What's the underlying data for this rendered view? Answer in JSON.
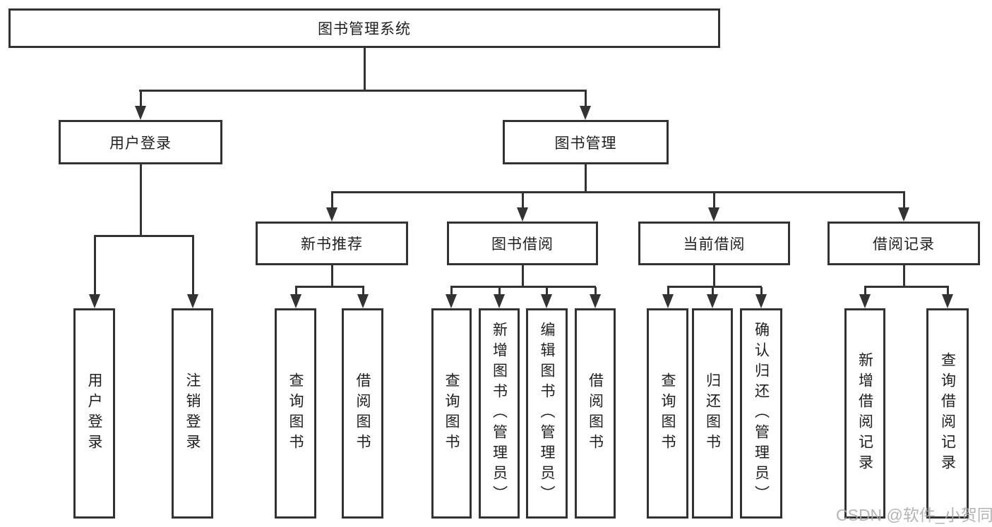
{
  "diagram": {
    "title": "图书管理系统",
    "watermark": "CSDN @软件_小贺同学",
    "colors": {
      "line": "#333333",
      "text": "#1f1f1f",
      "background": "#ffffff",
      "watermark": "#a8a8a8"
    }
  },
  "nodes": {
    "root": "图书管理系统",
    "level2": [
      "用户登录",
      "图书管理"
    ],
    "level3": [
      "新书推荐",
      "图书借阅",
      "当前借阅",
      "借阅记录"
    ],
    "leaves": {
      "login": [
        "用户登录",
        "注销登录"
      ],
      "recommend": [
        "查询图书",
        "借阅图书"
      ],
      "borrow": [
        "查询图书",
        "新增图书（管理员）",
        "编辑图书（管理员）",
        "借阅图书"
      ],
      "current": [
        "查询图书",
        "归还图书",
        "确认归还（管理员）"
      ],
      "records": [
        "新增借阅记录",
        "查询借阅记录"
      ]
    }
  }
}
